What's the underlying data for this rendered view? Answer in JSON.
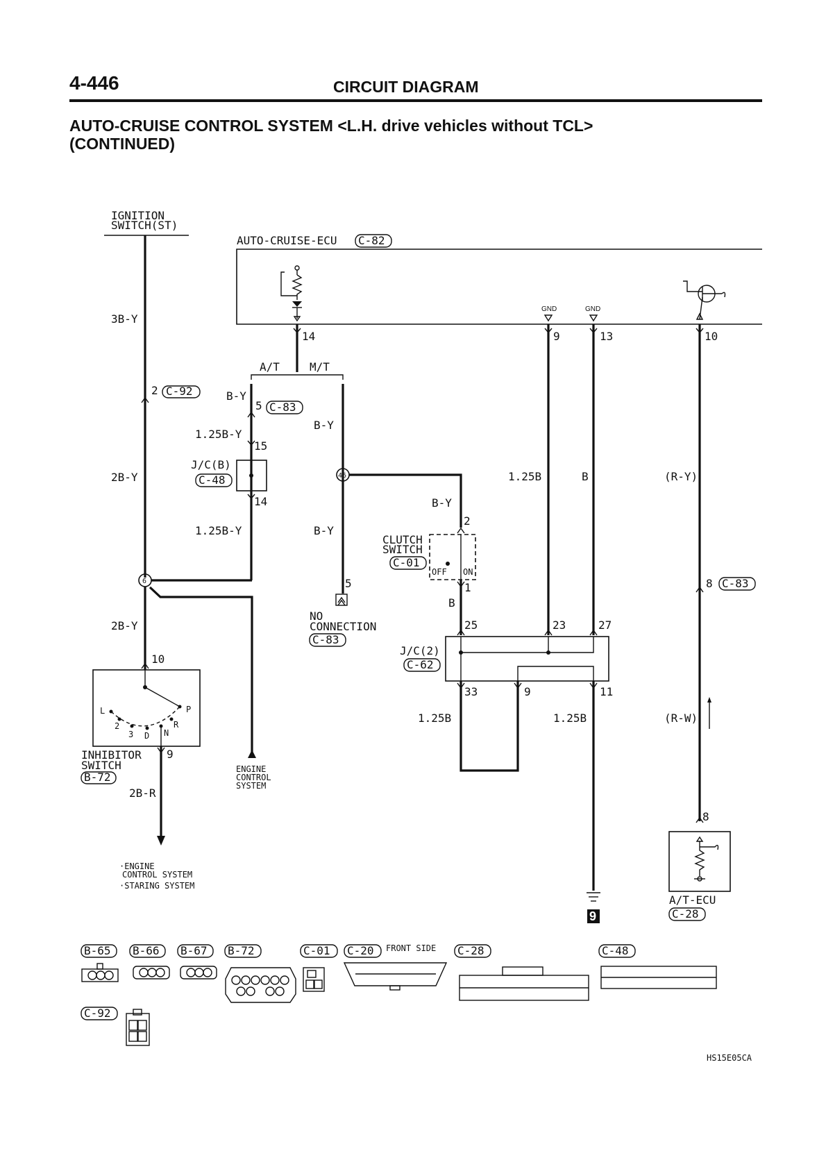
{
  "header": {
    "page_number": "4-446",
    "section": "CIRCUIT DIAGRAM",
    "title_line1": "AUTO-CRUISE CONTROL SYSTEM <L.H. drive vehicles without TCL>",
    "title_line2": "(CONTINUED)"
  },
  "components": {
    "ignition_l1": "IGNITION",
    "ignition_l2": "SWITCH(ST)",
    "ecu_label": "AUTO-CRUISE-ECU",
    "ecu_conn": "C-82",
    "gnd_a": "GND",
    "gnd_b": "GND",
    "jcb_label": "J/C(B)",
    "jcb_conn": "C-48",
    "clutch_l1": "CLUTCH",
    "clutch_l2": "SWITCH",
    "clutch_conn": "C-01",
    "clutch_off": "OFF",
    "clutch_on": "ON",
    "nc_l1": "NO",
    "nc_l2": "CONNECTION",
    "nc_conn": "C-83",
    "jc2_label": "J/C(2)",
    "jc2_conn": "C-62",
    "inh_l1": "INHIBITOR",
    "inh_l2": "SWITCH",
    "inh_conn": "B-72",
    "inh_L": "L",
    "inh_2": "2",
    "inh_3": "3",
    "inh_D": "D",
    "inh_N": "N",
    "inh_R": "R",
    "inh_P": "P",
    "ecs_l1": "ENGINE",
    "ecs_l2": "CONTROL",
    "ecs_l3": "SYSTEM",
    "out_l1": "·ENGINE",
    "out_l2": "CONTROL SYSTEM",
    "out_l3": "·STARING SYSTEM",
    "atecu_label": "A/T-ECU",
    "atecu_conn": "C-28",
    "ground_no": "9"
  },
  "wires": {
    "w_3by": "3B-Y",
    "w_2by_a": "2B-Y",
    "w_2by_b": "2B-Y",
    "w_2br": "2B-R",
    "w_by_a": "B-Y",
    "w_by_b": "B-Y",
    "w_by_c": "B-Y",
    "w_by_d": "B-Y",
    "w_125by_a": "1.25B-Y",
    "w_125by_b": "1.25B-Y",
    "w_125b_a": "1.25B",
    "w_125b_b": "1.25B",
    "w_125b_c": "1.25B",
    "w_b_a": "B",
    "w_b_b": "B",
    "w_ry": "(R-Y)",
    "w_rw": "(R-W)",
    "at": "A/T",
    "mt": "M/T"
  },
  "pins": {
    "p14": "14",
    "p9": "9",
    "p13": "13",
    "p10": "10",
    "p2": "2",
    "c92": "C-92",
    "p5": "5",
    "c83a": "C-83",
    "p15": "15",
    "p14b": "14",
    "p46": "46",
    "p6": "6",
    "p2b": "2",
    "p1": "1",
    "p5b": "5",
    "p8": "8",
    "c83b": "C-83",
    "p25": "25",
    "p23": "23",
    "p27": "27",
    "p33": "33",
    "p9b": "9",
    "p11": "11",
    "p10b": "10",
    "p9c": "9",
    "p8b": "8"
  },
  "connectors": {
    "b65": "B-65",
    "b66": "B-66",
    "b67": "B-67",
    "b72": "B-72",
    "c01": "C-01",
    "c20": "C-20",
    "front_side": "FRONT SIDE",
    "c28": "C-28",
    "c48": "C-48",
    "c92": "C-92"
  },
  "footer": {
    "code": "HS15E05CA"
  }
}
